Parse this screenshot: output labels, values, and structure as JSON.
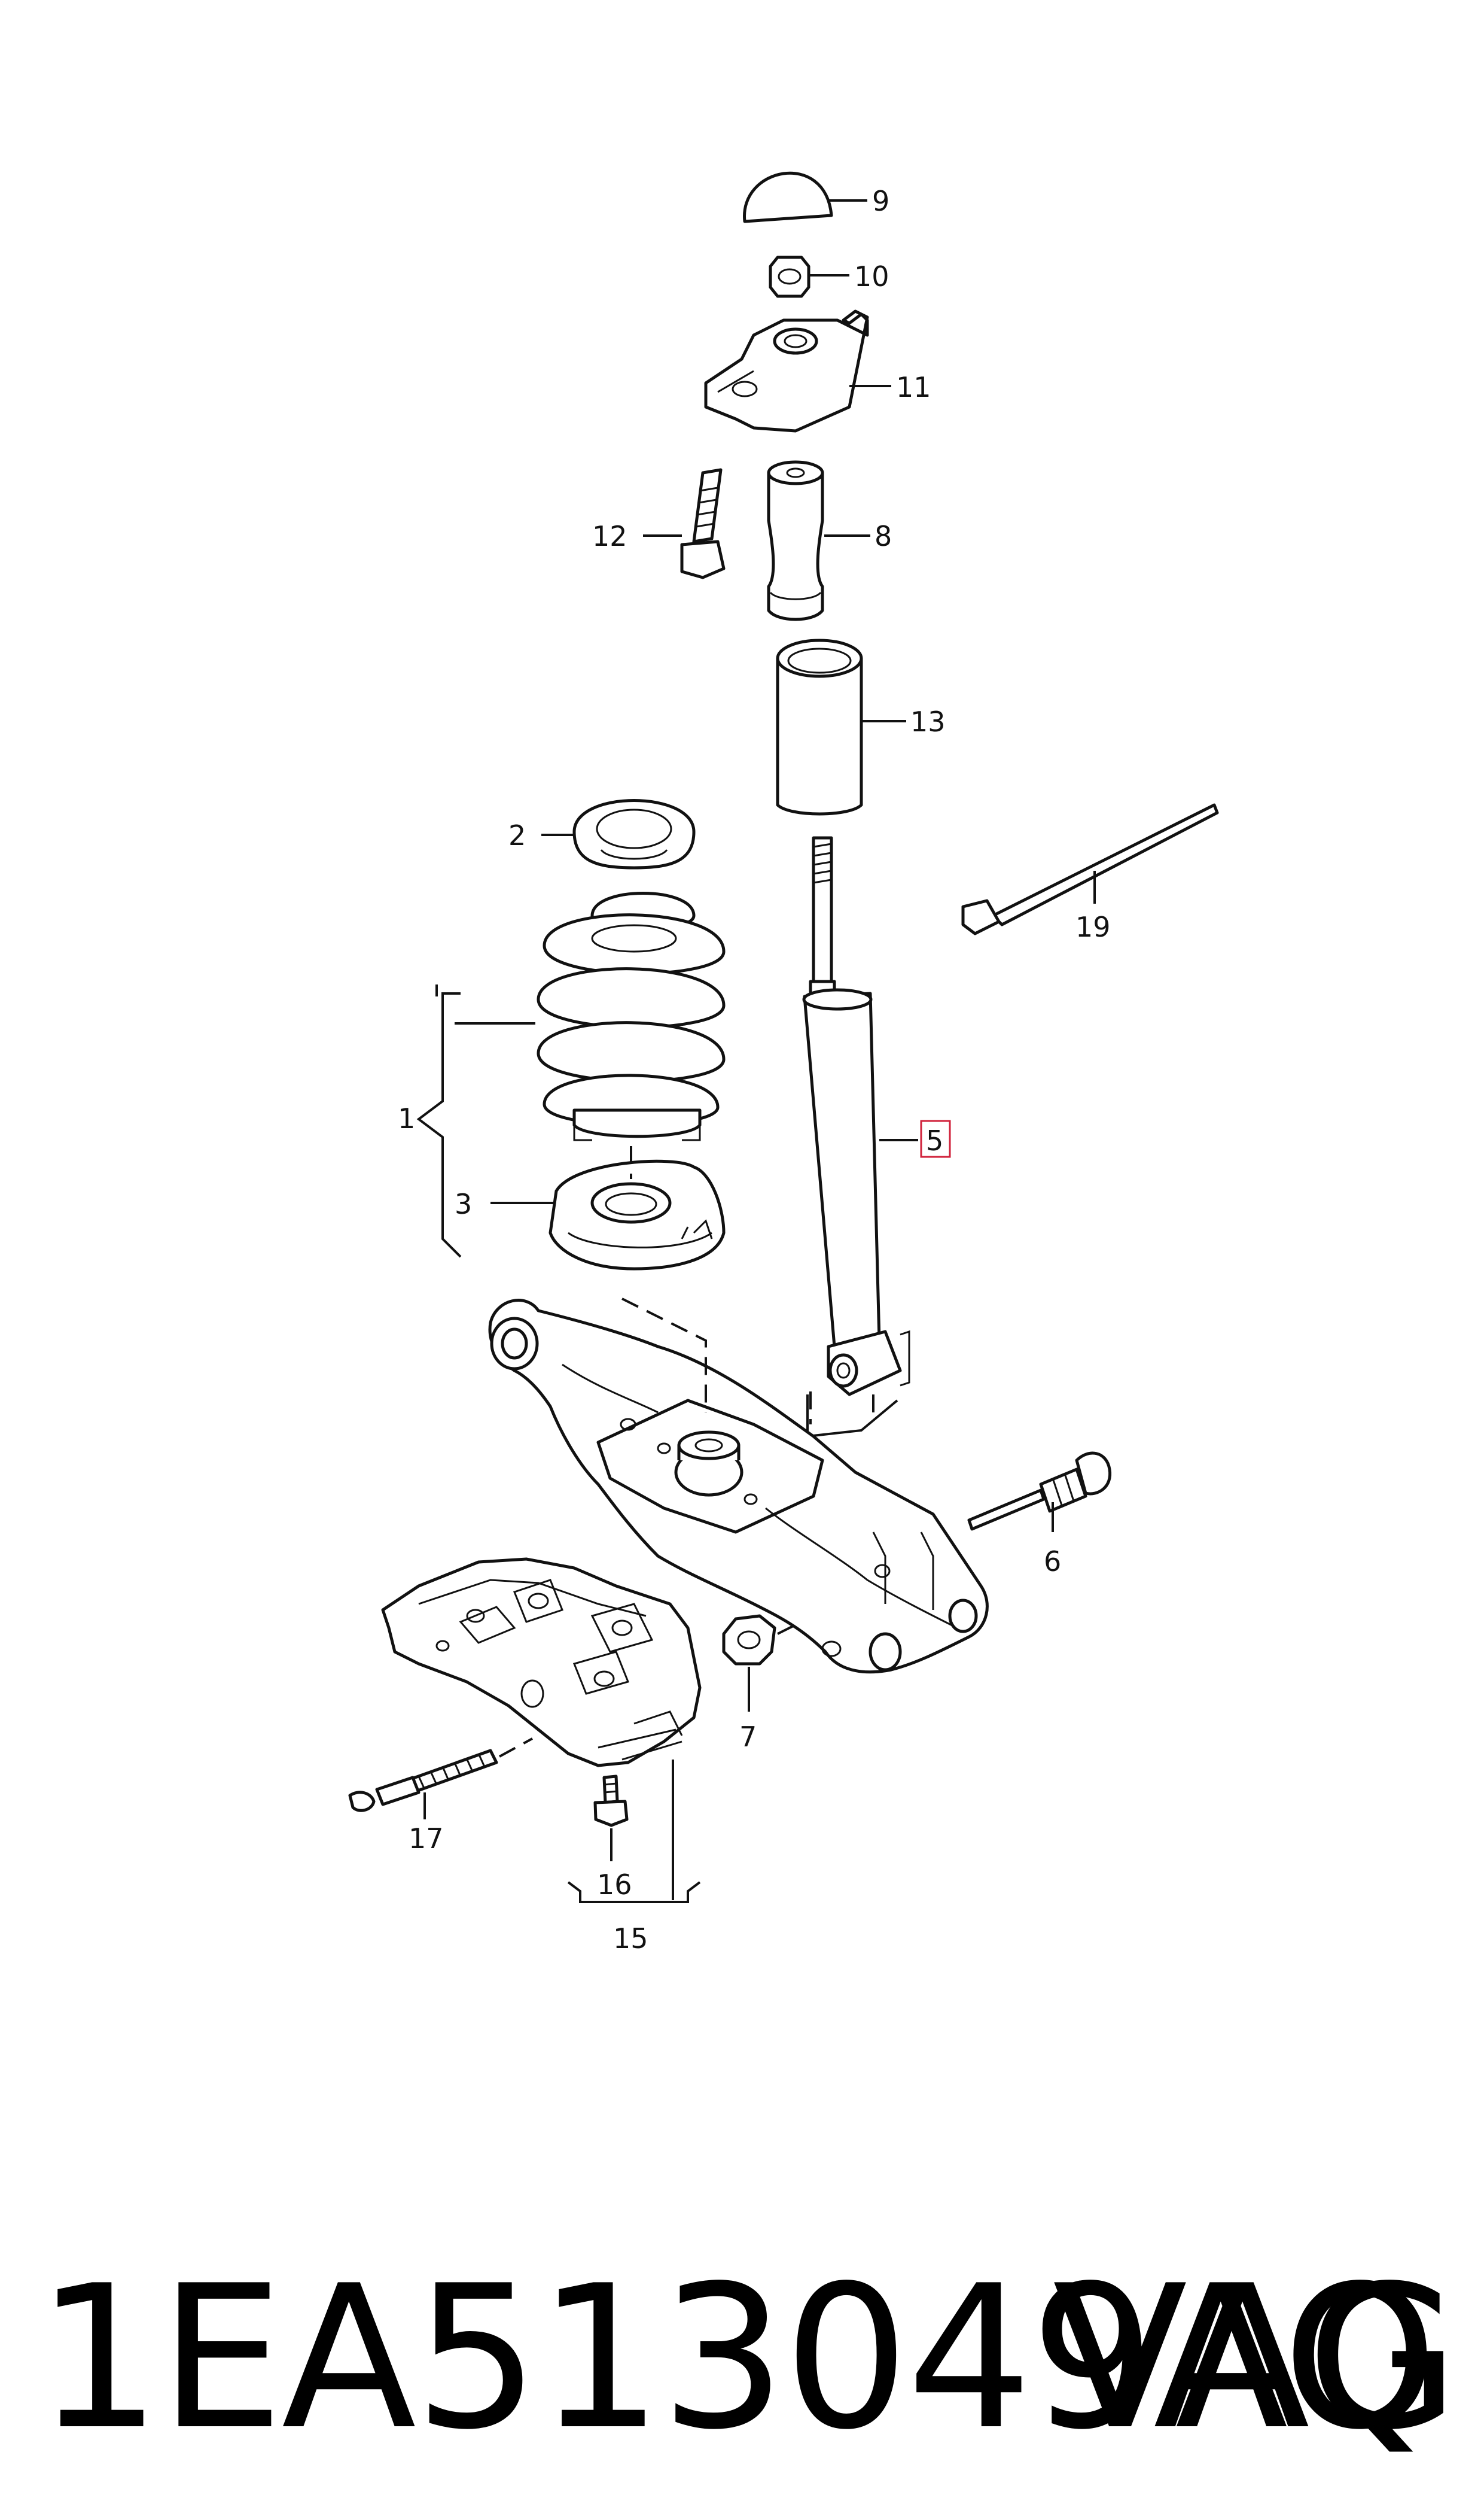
{
  "diagram": {
    "callouts": {
      "c1": "1",
      "c2": "2",
      "c3": "3",
      "c5": "5",
      "c6": "6",
      "c7": "7",
      "c8": "8",
      "c9": "9",
      "c10": "10",
      "c11": "11",
      "c12": "12",
      "c13": "13",
      "c15": "15",
      "c16": "16",
      "c17": "17",
      "c19": "19"
    },
    "highlighted_callout": "5",
    "highlight_color": "#d0203a"
  },
  "footer": {
    "part_number": "1EA513049AQ",
    "brand": "VAG"
  }
}
